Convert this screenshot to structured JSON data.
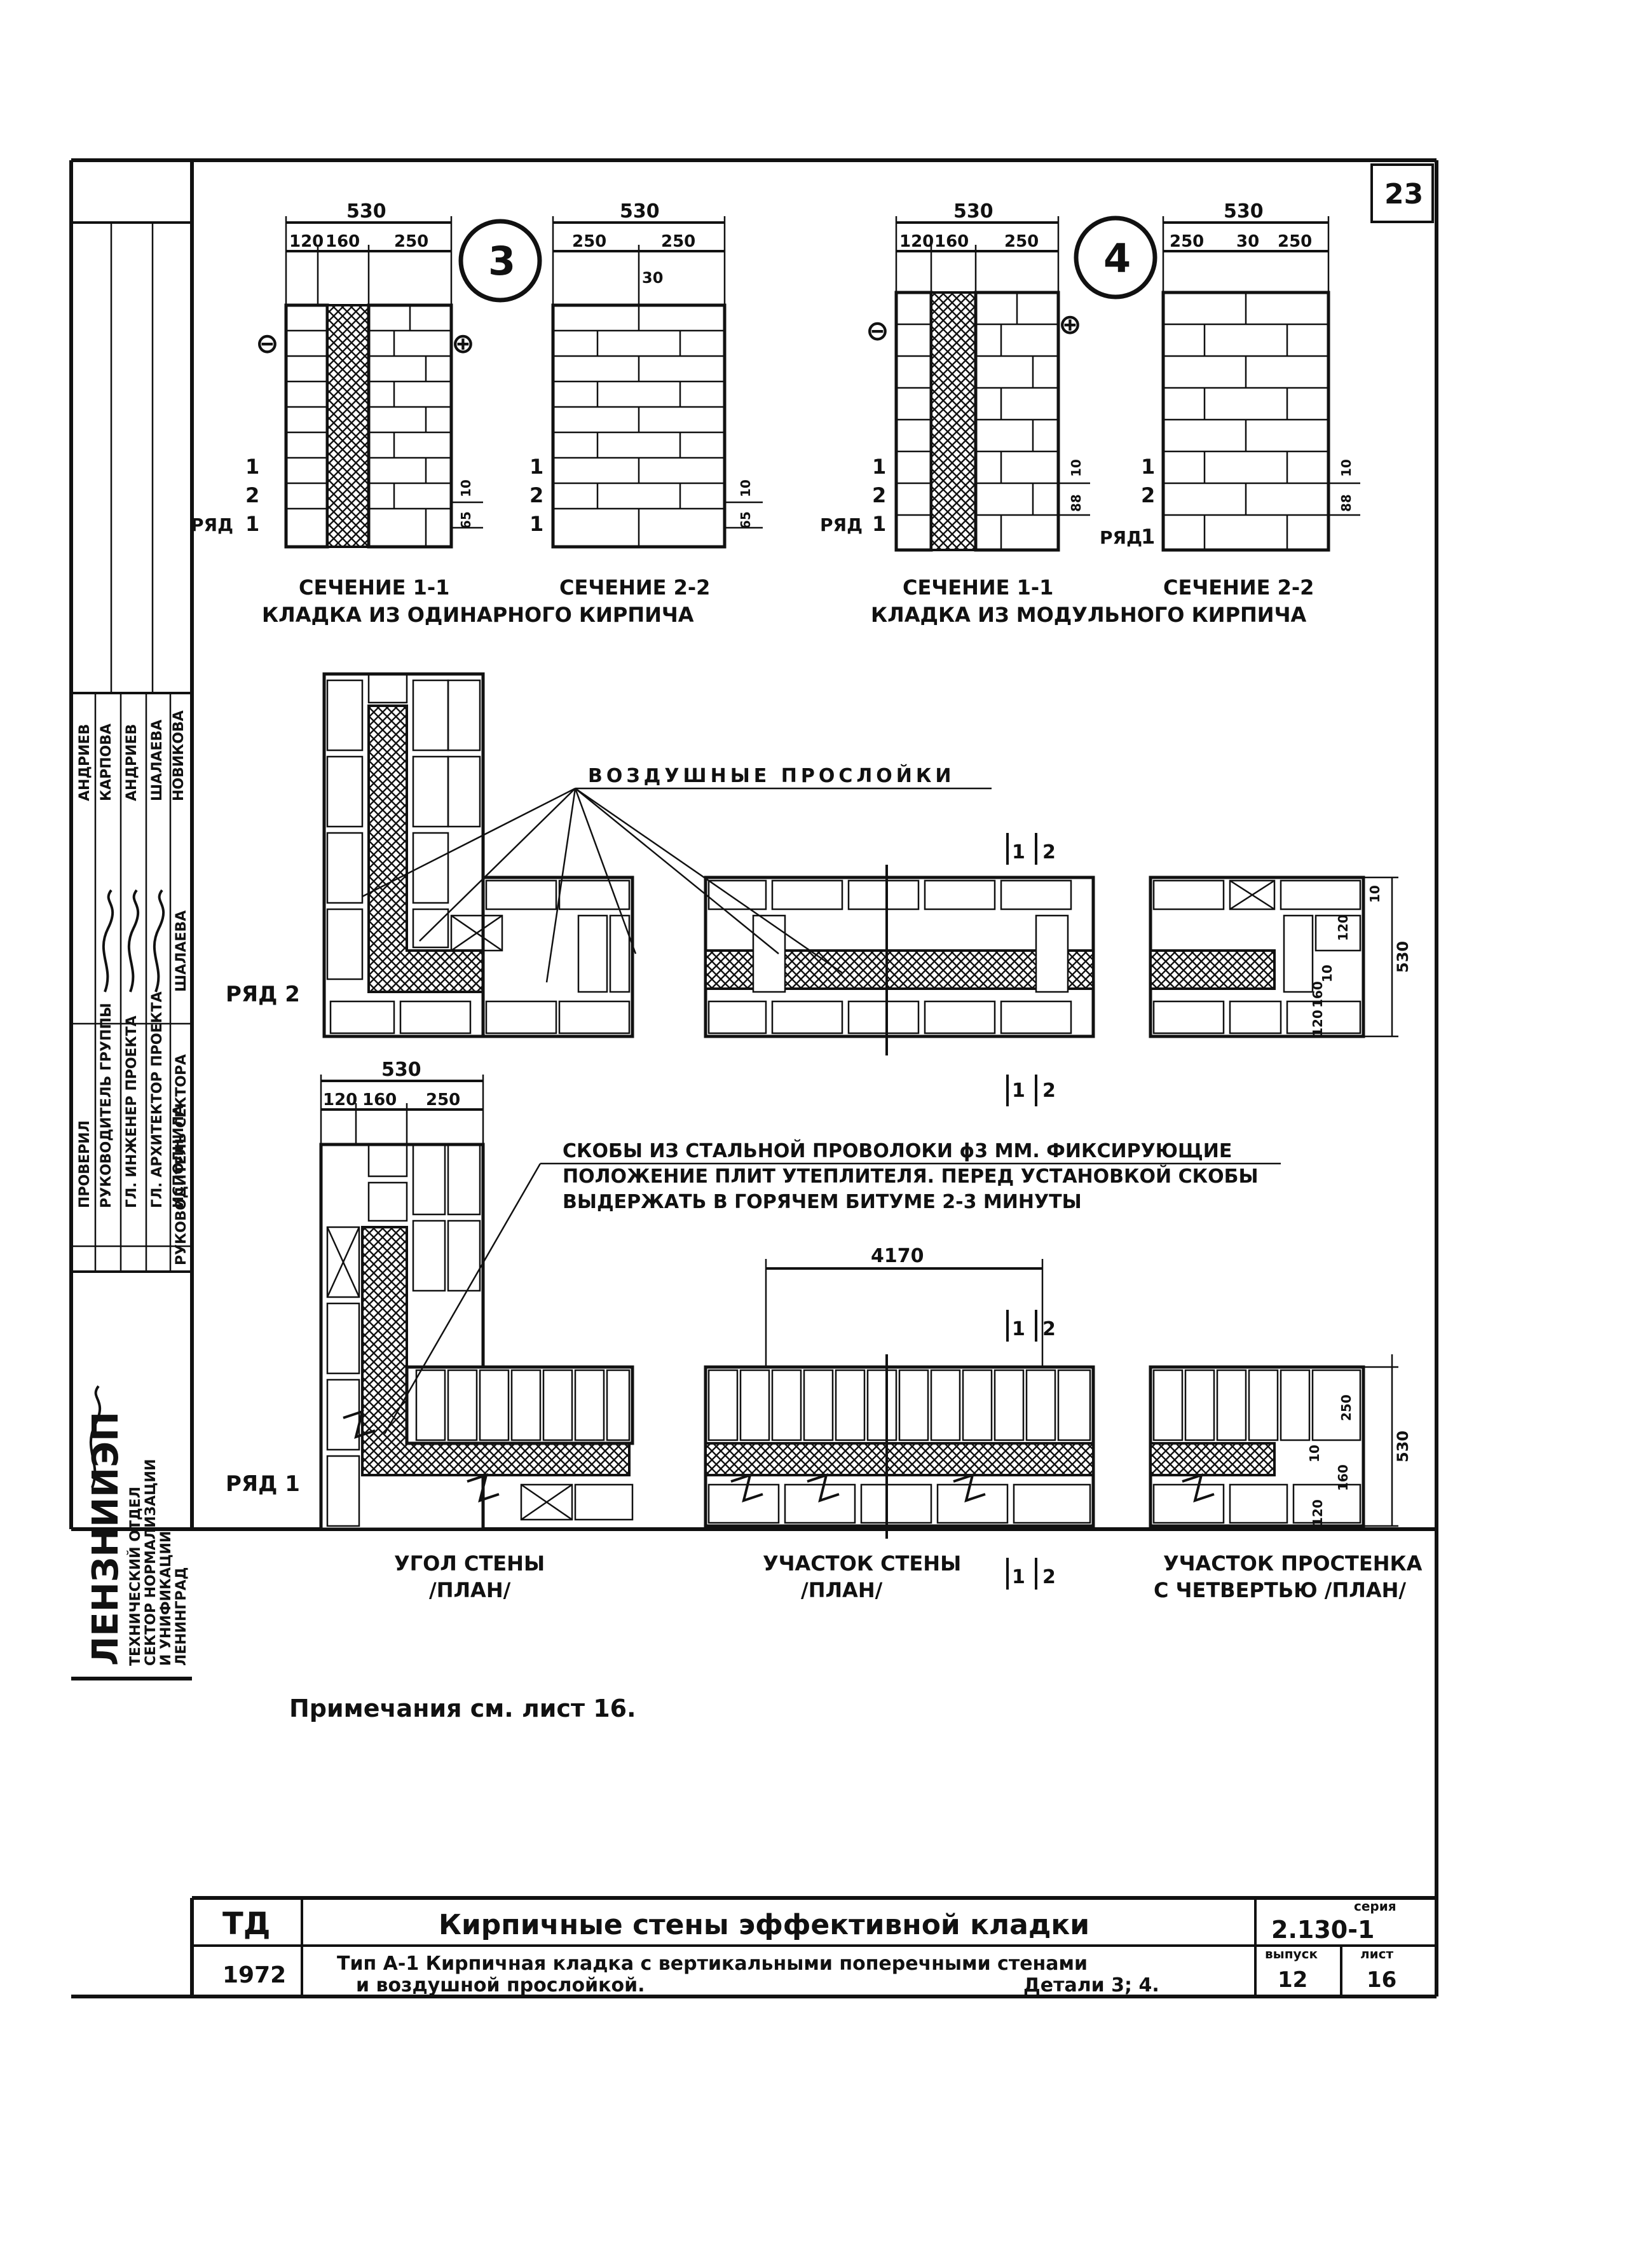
{
  "sheet_number": "23",
  "details": [
    {
      "id": "3",
      "circle_label": "3"
    },
    {
      "id": "4",
      "circle_label": "4"
    }
  ],
  "sections": {
    "d3_s11": {
      "dims_total": "530",
      "dims_parts": [
        "120",
        "160",
        "250"
      ],
      "rows": [
        "1",
        "2",
        "1"
      ],
      "row_word": "РЯД",
      "small_dim": "65",
      "small_dim2": "10",
      "sign_minus": "⊖",
      "sign_plus": "⊕"
    },
    "d3_s22": {
      "dims_total": "530",
      "dims_parts": [
        "250",
        "250"
      ],
      "mid_dim": "30",
      "rows": [
        "1",
        "2",
        "1"
      ],
      "small_dim": "65",
      "small_dim2": "10"
    },
    "d4_s11": {
      "dims_total": "530",
      "dims_parts": [
        "120",
        "160",
        "250"
      ],
      "rows": [
        "1",
        "2",
        "1"
      ],
      "row_word": "РЯД",
      "small_dim": "88",
      "small_dim2": "10",
      "sign_minus": "⊖",
      "sign_plus": "⊕"
    },
    "d4_s22": {
      "dims_total": "530",
      "dims_parts": [
        "250",
        "30",
        "250"
      ],
      "rows": [
        "1",
        "2",
        "1"
      ],
      "row_word": "РЯД",
      "small_dim": "88",
      "small_dim2": "10"
    }
  },
  "captions": {
    "d3_sec11": "СЕЧЕНИЕ 1-1",
    "d3_sec22": "СЕЧЕНИЕ 2-2",
    "d3_masonry": "КЛАДКА ИЗ ОДИНАРНОГО КИРПИЧА",
    "d4_sec11": "СЕЧЕНИЕ 1-1",
    "d4_sec22": "СЕЧЕНИЕ 2-2",
    "d4_masonry": "КЛАДКА ИЗ МОДУЛЬНОГО КИРПИЧА"
  },
  "plan": {
    "air_gaps_label": "ВОЗДУШНЫЕ ПРОСЛОЙКИ",
    "row2_label": "РЯД 2",
    "row1_label": "РЯД 1",
    "cut_1": "1",
    "cut_2": "2",
    "dim_530": "530",
    "dim_parts": [
      "120",
      "160",
      "250"
    ],
    "dim_4170": "4170",
    "right_dims_top": [
      "10",
      "120",
      "10",
      "160",
      "120"
    ],
    "right_dim_530": "530",
    "right_dims_bottom": [
      "250",
      "10",
      "160",
      "120"
    ],
    "right_dim_530b": "530",
    "staples_note": [
      "СКОБЫ ИЗ СТАЛЬНОЙ ПРОВОЛОКИ ϕ3 ММ. ФИКСИРУЮЩИЕ",
      "ПОЛОЖЕНИЕ ПЛИТ УТЕПЛИТЕЛЯ. ПЕРЕД УСТАНОВКОЙ СКОБЫ",
      "ВЫДЕРЖАТЬ В ГОРЯЧЕМ БИТУМЕ 2-3 МИНУТЫ"
    ],
    "corner_caption": [
      "УГОЛ СТЕНЫ",
      "/ПЛАН/"
    ],
    "segment_caption": [
      "УЧАСТОК СТЕНЫ",
      "/ПЛАН/"
    ],
    "pier_caption": [
      "УЧАСТОК ПРОСТЕНКА",
      "С ЧЕТВЕРТЬЮ /ПЛАН/"
    ]
  },
  "note": "Примечания см. лист 16.",
  "left_strip": {
    "org": "ЛЕНЗНИИЭП",
    "org_sub": [
      "ТЕХНИЧЕСКИЙ ОТДЕЛ",
      "СЕКТОР НОРМАЛИЗАЦИИ",
      "И УНИФИКАЦИИ",
      "ЛЕНИНГРАД"
    ],
    "roles": [
      "РУКОВОДИТЕЛЬ СЕКТОРА",
      "ГЛ. АРХИТЕКТОР ПРОЕКТА",
      "ГЛ. ИНЖЕНЕР ПРОЕКТА",
      "РУКОВОДИТЕЛЬ ГРУППЫ",
      "ИСПОЛНИЛА",
      "ПРОВЕРИЛ"
    ],
    "names": [
      "ШАЛАЕВА",
      "ШАЛАЕВА",
      "АНДРИЕВ",
      "КАРПОВА",
      "НОВИКОВА",
      "АНДРИЕВ"
    ]
  },
  "title_block": {
    "code": "ТД",
    "year": "1972",
    "title": "Кирпичные стены эффективной кладки",
    "subtitle_1": "Тип А-1 Кирпичная кладка с вертикальными поперечными стенами",
    "subtitle_2": "и воздушной прослойкой.",
    "details_ref": "Детали 3; 4.",
    "series_label": "серия",
    "series": "2.130-1",
    "issue_label": "выпуск",
    "issue": "12",
    "sheet_label": "лист",
    "sheet": "16"
  }
}
